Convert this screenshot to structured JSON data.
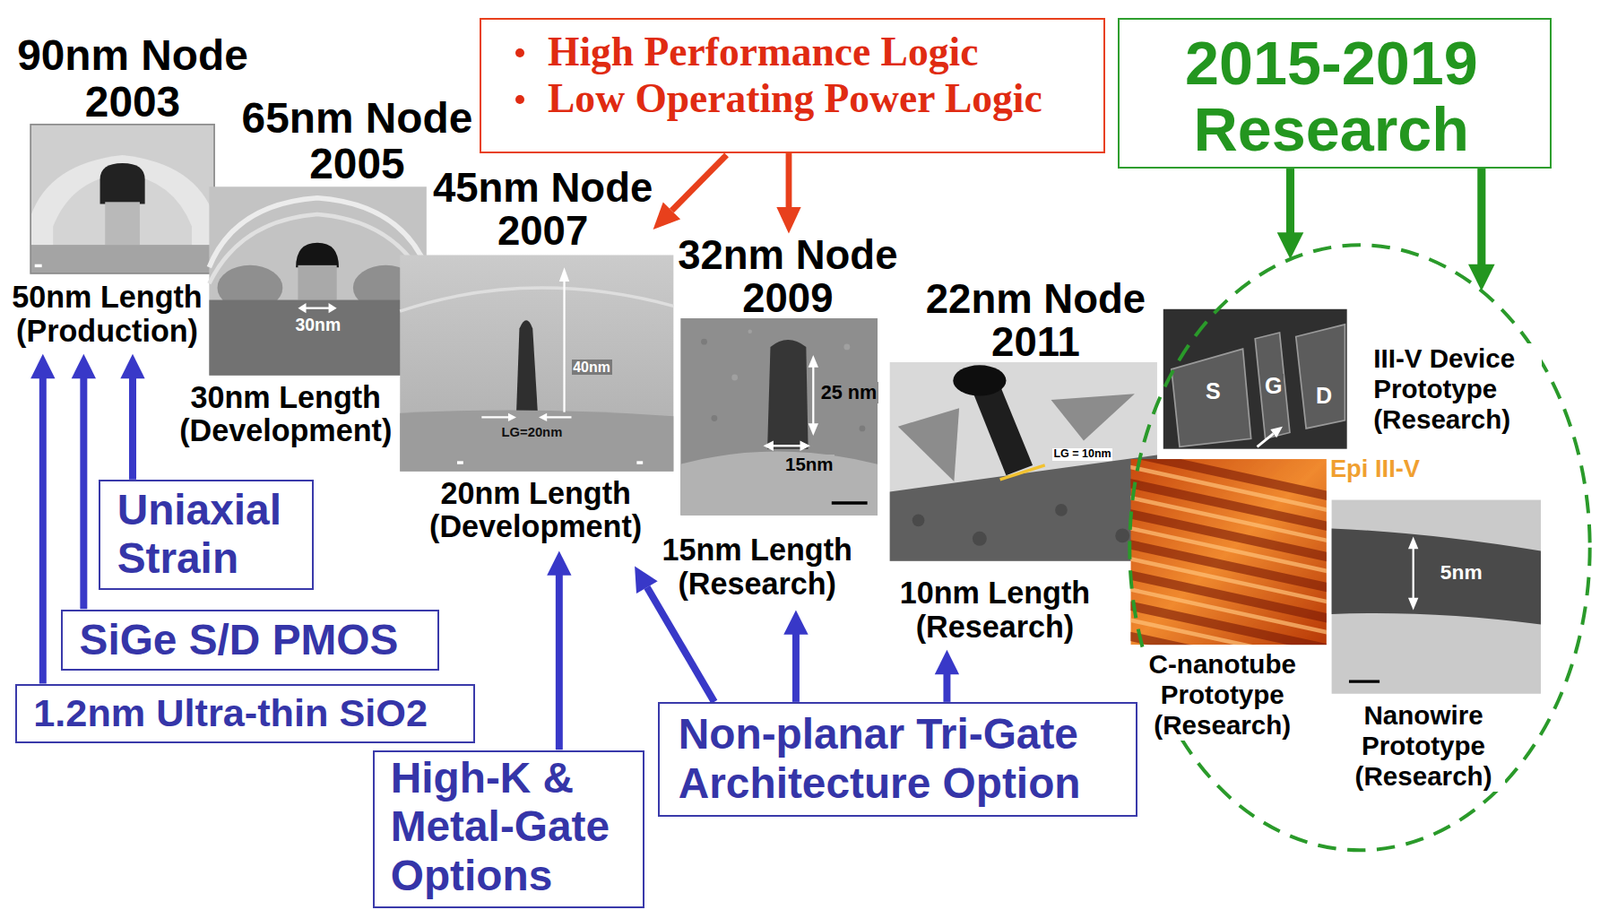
{
  "diagram": {
    "nodes": [
      {
        "text": [
          "High Performance Logic",
          "Low Operating Power Logic"
        ]
      },
      {
        "text": [
          "2015-2019 Research"
        ]
      },
      {
        "text": [
          "III-V Device Prototype (Research)",
          "C-nanotube Prototype (Research)",
          "Nanowire Prototype (Research)"
        ]
      },
      {
        "text": [
          "Uniaxial Strain"
        ]
      },
      {
        "text": [
          "SiGe S/D PMOS"
        ]
      },
      {
        "text": [
          "1.2nm Ultra-thin SiO2"
        ]
      },
      {
        "text": [
          "Non-planar Tri-Gate Architecture Option"
        ]
      },
      {
        "text": [
          "High-K & Metal-Gate Options"
        ]
      }
    ],
    "edges": [
      {
        "from": 1,
        "to": 2,
        "arrow": "to"
      },
      {
        "from": 1,
        "to": 2,
        "arrow": "to"
      }
    ],
    "labels": [
      "90nm Node 2003",
      "65nm Node 2005",
      "45nm Node 2007",
      "32nm Node 2009",
      "22nm Node 2011",
      "50nm Length (Production)",
      "30nm",
      "30nm Length (Development)",
      "40nm",
      "LG=20nm",
      "20nm Length (Development)",
      "25 nm",
      "15nm",
      "15nm Length (Research)",
      "LG = 10nm",
      "10nm Length (Research)",
      "S",
      "G",
      "D",
      "Epi III-V",
      "5nm"
    ]
  }
}
